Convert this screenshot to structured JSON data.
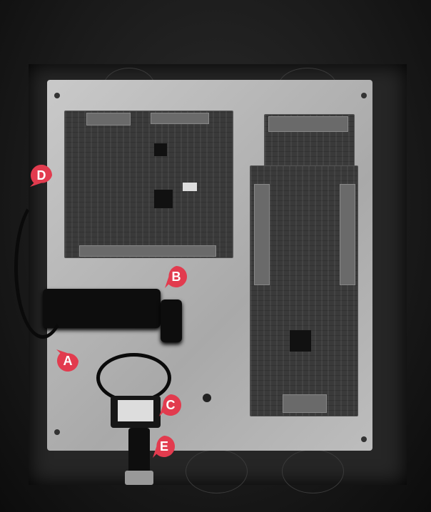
{
  "callouts": {
    "a": "A",
    "b": "B",
    "c": "C",
    "d": "D",
    "e": "E"
  },
  "colors": {
    "callout": "#e23b4e",
    "plate": "#b8b8b8",
    "enclosure": "#1a1a1a"
  }
}
